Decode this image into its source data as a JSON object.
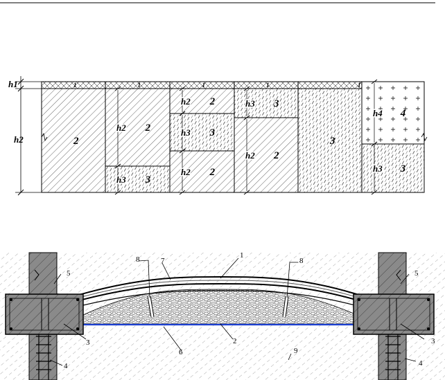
{
  "section_diagram": {
    "dimension_labels": {
      "h1": "h1",
      "h2": "h2"
    },
    "columns": [
      {
        "layers": [
          {
            "code": "1"
          },
          {
            "code": "2"
          }
        ]
      },
      {
        "layers": [
          {
            "code": "1"
          },
          {
            "code": "2",
            "thk": "h2"
          },
          {
            "code": "3",
            "thk": "h3"
          }
        ]
      },
      {
        "layers": [
          {
            "code": "1"
          },
          {
            "code": "2",
            "thk": "h2"
          },
          {
            "code": "3",
            "thk": "h3"
          },
          {
            "code": "2",
            "thk": "h2"
          }
        ]
      },
      {
        "layers": [
          {
            "code": "1"
          },
          {
            "code": "3",
            "thk": "h3"
          },
          {
            "code": "2",
            "thk": "h2"
          }
        ]
      },
      {
        "layers": [
          {
            "code": "1"
          },
          {
            "code": "3"
          }
        ]
      },
      {
        "layers": [
          {
            "code": "4",
            "thk": "h4"
          },
          {
            "code": "3",
            "thk": "h3"
          }
        ]
      }
    ]
  },
  "cross_section": {
    "callouts": [
      "1",
      "2",
      "3",
      "3",
      "4",
      "4",
      "5",
      "5",
      "6",
      "7",
      "8",
      "8",
      "9"
    ]
  },
  "colors": {
    "line": "#000000",
    "blue_line": "#1b3fd1",
    "blue_tint": "#3355dd",
    "concrete": "#7a7a7a"
  }
}
